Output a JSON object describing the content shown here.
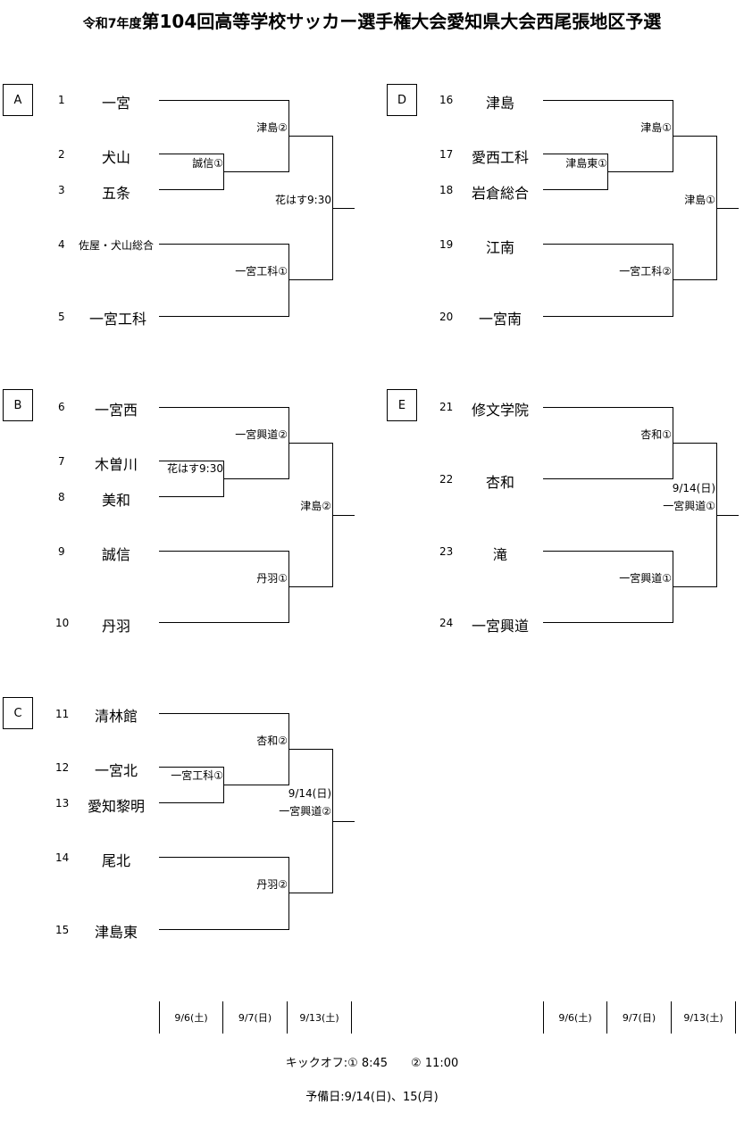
{
  "title": {
    "prefix": "令和7年度",
    "main": "第104回高等学校サッカー選手権大会愛知県大会西尾張地区予選"
  },
  "blocks": {
    "A": {
      "label": "A",
      "teams": [
        {
          "num": "1",
          "name": "一宮"
        },
        {
          "num": "2",
          "name": "犬山"
        },
        {
          "num": "3",
          "name": "五条"
        },
        {
          "num": "4",
          "name": "佐屋・犬山総合"
        },
        {
          "num": "5",
          "name": "一宮工科"
        }
      ],
      "r1": "誠信①",
      "r2a": "津島②",
      "r2b": "一宮工科①",
      "final": "花はす9:30"
    },
    "B": {
      "label": "B",
      "teams": [
        {
          "num": "6",
          "name": "一宮西"
        },
        {
          "num": "7",
          "name": "木曽川"
        },
        {
          "num": "8",
          "name": "美和"
        },
        {
          "num": "9",
          "name": "誠信"
        },
        {
          "num": "10",
          "name": "丹羽"
        }
      ],
      "r1": "花はす9:30",
      "r2a": "一宮興道②",
      "r2b": "丹羽①",
      "final": "津島②"
    },
    "C": {
      "label": "C",
      "teams": [
        {
          "num": "11",
          "name": "清林館"
        },
        {
          "num": "12",
          "name": "一宮北"
        },
        {
          "num": "13",
          "name": "愛知黎明"
        },
        {
          "num": "14",
          "name": "尾北"
        },
        {
          "num": "15",
          "name": "津島東"
        }
      ],
      "r1": "一宮工科①",
      "r2a": "杏和②",
      "r2b": "丹羽②",
      "final_date": "9/14(日)",
      "final": "一宮興道②"
    },
    "D": {
      "label": "D",
      "teams": [
        {
          "num": "16",
          "name": "津島"
        },
        {
          "num": "17",
          "name": "愛西工科"
        },
        {
          "num": "18",
          "name": "岩倉総合"
        },
        {
          "num": "19",
          "name": "江南"
        },
        {
          "num": "20",
          "name": "一宮南"
        }
      ],
      "r1": "津島東①",
      "r2a": "津島①",
      "r2b": "一宮工科②",
      "final": "津島①"
    },
    "E": {
      "label": "E",
      "teams": [
        {
          "num": "21",
          "name": "修文学院"
        },
        {
          "num": "22",
          "name": "杏和"
        },
        {
          "num": "23",
          "name": "滝"
        },
        {
          "num": "24",
          "name": "一宮興道"
        }
      ],
      "r2a": "杏和①",
      "r2b": "一宮興道①",
      "final_date": "9/14(日)",
      "final": "一宮興道①"
    }
  },
  "dates": [
    "9/6(土)",
    "9/7(日)",
    "9/13(土)"
  ],
  "kickoff": "キックオフ:① 8:45　　② 11:00",
  "reserve": "予備日:9/14(日)、15(月)"
}
